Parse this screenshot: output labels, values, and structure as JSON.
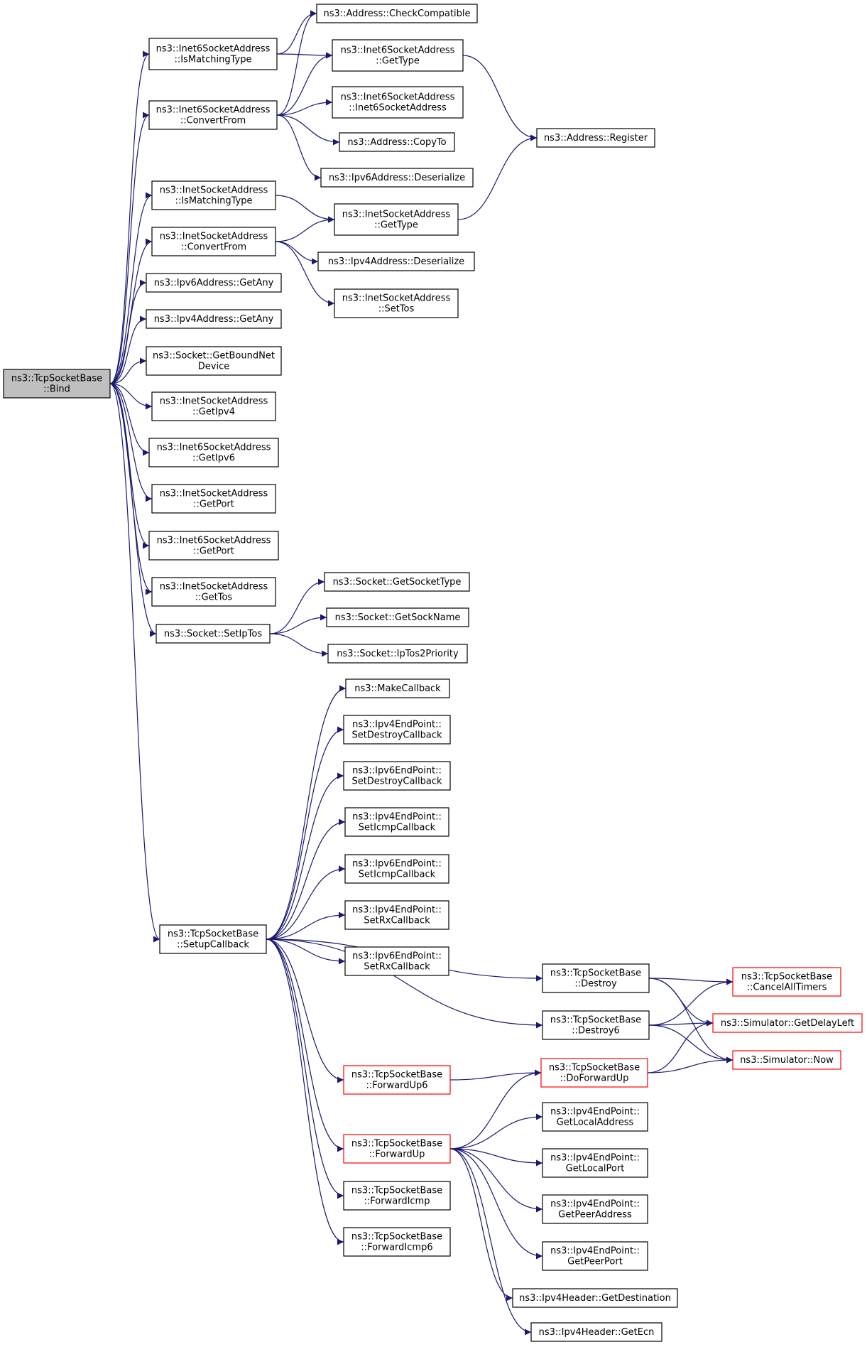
{
  "diagram": {
    "title": "",
    "colors": {
      "edge": "#191970",
      "node_border": "#000000",
      "node_border_truncated": "#ff0000",
      "node_fill": "#ffffff",
      "node_fill_current": "#bfbfbf"
    },
    "nodes": [
      {
        "id": "bind",
        "lines": [
          "ns3::TcpSocketBase",
          "::Bind"
        ],
        "style": "current"
      },
      {
        "id": "i6_ismatch",
        "lines": [
          "ns3::Inet6SocketAddress",
          "::IsMatchingType"
        ]
      },
      {
        "id": "i6_convert",
        "lines": [
          "ns3::Inet6SocketAddress",
          "::ConvertFrom"
        ]
      },
      {
        "id": "i4_ismatch",
        "lines": [
          "ns3::InetSocketAddress",
          "::IsMatchingType"
        ]
      },
      {
        "id": "i4_convert",
        "lines": [
          "ns3::InetSocketAddress",
          "::ConvertFrom"
        ]
      },
      {
        "id": "ipv6_getany",
        "lines": [
          "ns3::Ipv6Address::GetAny"
        ]
      },
      {
        "id": "ipv4_getany",
        "lines": [
          "ns3::Ipv4Address::GetAny"
        ]
      },
      {
        "id": "getboundnet",
        "lines": [
          "ns3::Socket::GetBoundNet",
          "Device"
        ]
      },
      {
        "id": "i4_getipv4",
        "lines": [
          "ns3::InetSocketAddress",
          "::GetIpv4"
        ]
      },
      {
        "id": "i6_getipv6",
        "lines": [
          "ns3::Inet6SocketAddress",
          "::GetIpv6"
        ]
      },
      {
        "id": "i4_getport",
        "lines": [
          "ns3::InetSocketAddress",
          "::GetPort"
        ]
      },
      {
        "id": "i6_getport",
        "lines": [
          "ns3::Inet6SocketAddress",
          "::GetPort"
        ]
      },
      {
        "id": "i4_gettos",
        "lines": [
          "ns3::InetSocketAddress",
          "::GetTos"
        ]
      },
      {
        "id": "setiptos",
        "lines": [
          "ns3::Socket::SetIpTos"
        ]
      },
      {
        "id": "setupcb",
        "lines": [
          "ns3::TcpSocketBase",
          "::SetupCallback"
        ]
      },
      {
        "id": "checkcompat",
        "lines": [
          "ns3::Address::CheckCompatible"
        ]
      },
      {
        "id": "i6_gettype",
        "lines": [
          "ns3::Inet6SocketAddress",
          "::GetType"
        ]
      },
      {
        "id": "i6_ctor",
        "lines": [
          "ns3::Inet6SocketAddress",
          "::Inet6SocketAddress"
        ]
      },
      {
        "id": "copyto",
        "lines": [
          "ns3::Address::CopyTo"
        ]
      },
      {
        "id": "ipv6_deser",
        "lines": [
          "ns3::Ipv6Address::Deserialize"
        ]
      },
      {
        "id": "i4_gettype",
        "lines": [
          "ns3::InetSocketAddress",
          "::GetType"
        ]
      },
      {
        "id": "ipv4_deser",
        "lines": [
          "ns3::Ipv4Address::Deserialize"
        ]
      },
      {
        "id": "i4_settos",
        "lines": [
          "ns3::InetSocketAddress",
          "::SetTos"
        ]
      },
      {
        "id": "register",
        "lines": [
          "ns3::Address::Register"
        ]
      },
      {
        "id": "getsockettype",
        "lines": [
          "ns3::Socket::GetSocketType"
        ]
      },
      {
        "id": "getsockname",
        "lines": [
          "ns3::Socket::GetSockName"
        ]
      },
      {
        "id": "iptos2prio",
        "lines": [
          "ns3::Socket::IpTos2Priority"
        ]
      },
      {
        "id": "makecb",
        "lines": [
          "ns3::MakeCallback"
        ]
      },
      {
        "id": "ep4_setdestroy",
        "lines": [
          "ns3::Ipv4EndPoint::",
          "SetDestroyCallback"
        ]
      },
      {
        "id": "ep6_setdestroy",
        "lines": [
          "ns3::Ipv6EndPoint::",
          "SetDestroyCallback"
        ]
      },
      {
        "id": "ep4_seticmp",
        "lines": [
          "ns3::Ipv4EndPoint::",
          "SetIcmpCallback"
        ]
      },
      {
        "id": "ep6_seticmp",
        "lines": [
          "ns3::Ipv6EndPoint::",
          "SetIcmpCallback"
        ]
      },
      {
        "id": "ep4_setrx",
        "lines": [
          "ns3::Ipv4EndPoint::",
          "SetRxCallback"
        ]
      },
      {
        "id": "ep6_setrx",
        "lines": [
          "ns3::Ipv6EndPoint::",
          "SetRxCallback"
        ]
      },
      {
        "id": "destroy",
        "lines": [
          "ns3::TcpSocketBase",
          "::Destroy"
        ]
      },
      {
        "id": "destroy6",
        "lines": [
          "ns3::TcpSocketBase",
          "::Destroy6"
        ]
      },
      {
        "id": "forwardup6",
        "lines": [
          "ns3::TcpSocketBase",
          "::ForwardUp6"
        ],
        "style": "truncated"
      },
      {
        "id": "forwardup",
        "lines": [
          "ns3::TcpSocketBase",
          "::ForwardUp"
        ],
        "style": "truncated"
      },
      {
        "id": "forwardicmp",
        "lines": [
          "ns3::TcpSocketBase",
          "::ForwardIcmp"
        ]
      },
      {
        "id": "forwardicmp6",
        "lines": [
          "ns3::TcpSocketBase",
          "::ForwardIcmp6"
        ]
      },
      {
        "id": "canceltimers",
        "lines": [
          "ns3::TcpSocketBase",
          "::CancelAllTimers"
        ],
        "style": "truncated"
      },
      {
        "id": "getdelayleft",
        "lines": [
          "ns3::Simulator::GetDelayLeft"
        ],
        "style": "truncated"
      },
      {
        "id": "now",
        "lines": [
          "ns3::Simulator::Now"
        ],
        "style": "truncated"
      },
      {
        "id": "doforwardup",
        "lines": [
          "ns3::TcpSocketBase",
          "::DoForwardUp"
        ],
        "style": "truncated"
      },
      {
        "id": "getlocaladdr",
        "lines": [
          "ns3::Ipv4EndPoint::",
          "GetLocalAddress"
        ]
      },
      {
        "id": "getlocalport",
        "lines": [
          "ns3::Ipv4EndPoint::",
          "GetLocalPort"
        ]
      },
      {
        "id": "getpeeraddr",
        "lines": [
          "ns3::Ipv4EndPoint::",
          "GetPeerAddress"
        ]
      },
      {
        "id": "getpeerport",
        "lines": [
          "ns3::Ipv4EndPoint::",
          "GetPeerPort"
        ]
      },
      {
        "id": "getdest",
        "lines": [
          "ns3::Ipv4Header::GetDestination"
        ]
      },
      {
        "id": "getecn",
        "lines": [
          "ns3::Ipv4Header::GetEcn"
        ]
      }
    ],
    "edges": [
      [
        "bind",
        "i6_ismatch"
      ],
      [
        "bind",
        "i6_convert"
      ],
      [
        "bind",
        "i4_ismatch"
      ],
      [
        "bind",
        "i4_convert"
      ],
      [
        "bind",
        "ipv6_getany"
      ],
      [
        "bind",
        "ipv4_getany"
      ],
      [
        "bind",
        "getboundnet"
      ],
      [
        "bind",
        "i4_getipv4"
      ],
      [
        "bind",
        "i6_getipv6"
      ],
      [
        "bind",
        "i4_getport"
      ],
      [
        "bind",
        "i6_getport"
      ],
      [
        "bind",
        "i4_gettos"
      ],
      [
        "bind",
        "setiptos"
      ],
      [
        "bind",
        "setupcb"
      ],
      [
        "i6_ismatch",
        "checkcompat"
      ],
      [
        "i6_ismatch",
        "i6_gettype"
      ],
      [
        "i6_convert",
        "checkcompat"
      ],
      [
        "i6_convert",
        "i6_gettype"
      ],
      [
        "i6_convert",
        "i6_ctor"
      ],
      [
        "i6_convert",
        "copyto"
      ],
      [
        "i6_convert",
        "ipv6_deser"
      ],
      [
        "i6_gettype",
        "register"
      ],
      [
        "i4_ismatch",
        "i4_gettype"
      ],
      [
        "i4_convert",
        "i4_gettype"
      ],
      [
        "i4_convert",
        "ipv4_deser"
      ],
      [
        "i4_convert",
        "i4_settos"
      ],
      [
        "i4_gettype",
        "register"
      ],
      [
        "setiptos",
        "getsockettype"
      ],
      [
        "setiptos",
        "getsockname"
      ],
      [
        "setiptos",
        "iptos2prio"
      ],
      [
        "setupcb",
        "makecb"
      ],
      [
        "setupcb",
        "ep4_setdestroy"
      ],
      [
        "setupcb",
        "ep6_setdestroy"
      ],
      [
        "setupcb",
        "ep4_seticmp"
      ],
      [
        "setupcb",
        "ep6_seticmp"
      ],
      [
        "setupcb",
        "ep4_setrx"
      ],
      [
        "setupcb",
        "ep6_setrx"
      ],
      [
        "setupcb",
        "destroy"
      ],
      [
        "setupcb",
        "destroy6"
      ],
      [
        "setupcb",
        "forwardup6"
      ],
      [
        "setupcb",
        "forwardup"
      ],
      [
        "setupcb",
        "forwardicmp"
      ],
      [
        "setupcb",
        "forwardicmp6"
      ],
      [
        "destroy",
        "canceltimers"
      ],
      [
        "destroy",
        "getdelayleft"
      ],
      [
        "destroy",
        "now"
      ],
      [
        "destroy6",
        "canceltimers"
      ],
      [
        "destroy6",
        "getdelayleft"
      ],
      [
        "destroy6",
        "now"
      ],
      [
        "forwardup6",
        "doforwardup"
      ],
      [
        "doforwardup",
        "getdelayleft"
      ],
      [
        "doforwardup",
        "now"
      ],
      [
        "forwardup",
        "doforwardup"
      ],
      [
        "forwardup",
        "getlocaladdr"
      ],
      [
        "forwardup",
        "getlocalport"
      ],
      [
        "forwardup",
        "getpeeraddr"
      ],
      [
        "forwardup",
        "getpeerport"
      ],
      [
        "forwardup",
        "getdest"
      ],
      [
        "forwardup",
        "getecn"
      ]
    ]
  }
}
